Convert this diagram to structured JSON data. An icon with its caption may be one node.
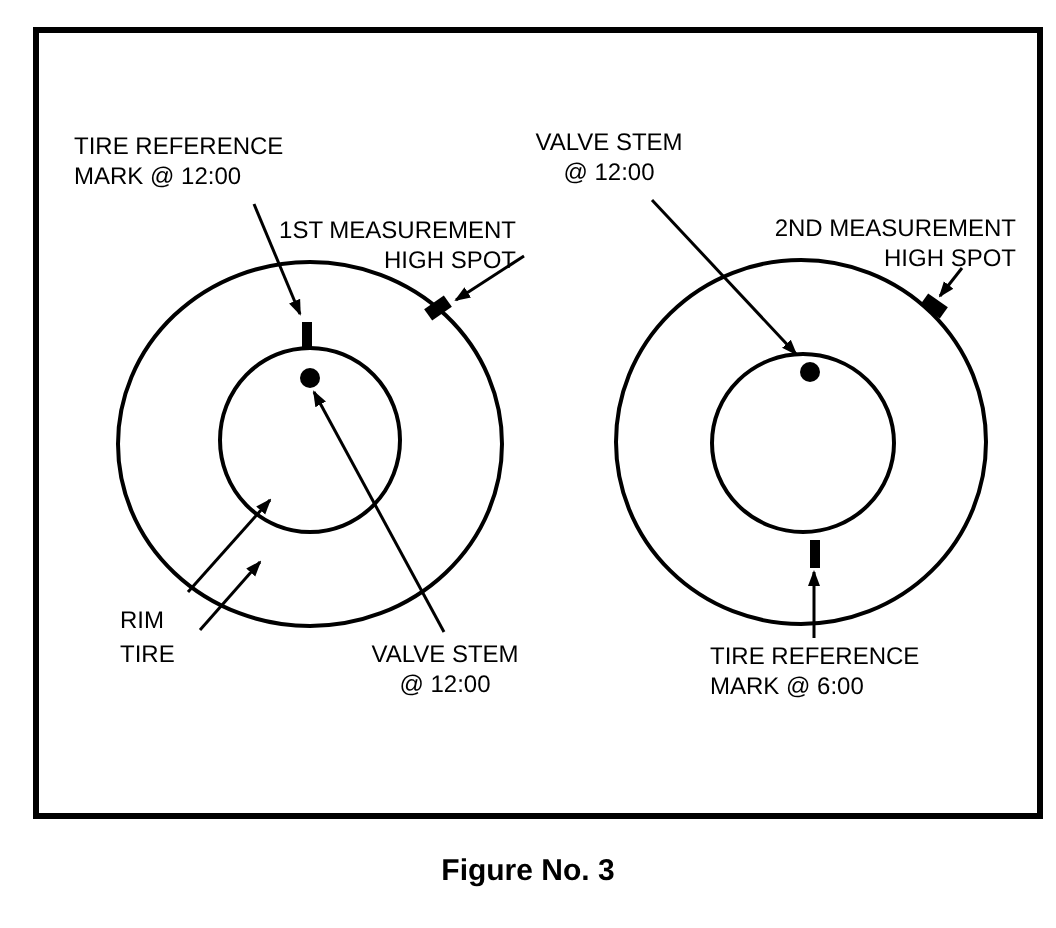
{
  "diagram": {
    "caption": "Figure No. 3",
    "nodes": [
      {
        "text": [
          "TIRE REFERENCE MARK @ 12:00"
        ]
      },
      {
        "text": [],
        "shape": "circle"
      },
      {
        "text": [],
        "shape": "circle",
        "in": 1
      },
      {
        "text": [],
        "shape": "bar",
        "in": 1
      },
      {
        "text": [],
        "shape": "box",
        "in": 1
      },
      {
        "text": [],
        "shape": "circle",
        "in": 2
      },
      {
        "text": [
          "1ST MEASUREMENT HIGH SPOT"
        ]
      },
      {
        "text": [
          "RIM"
        ]
      },
      {
        "text": [
          "TIRE"
        ]
      },
      {
        "text": [
          "VALVE STEM @ 12:00"
        ]
      },
      {
        "text": [],
        "shape": "circle"
      },
      {
        "text": [],
        "shape": "circle",
        "in": 10
      },
      {
        "text": [],
        "shape": "circle",
        "in": 11
      },
      {
        "text": [],
        "shape": "box",
        "in": 10
      },
      {
        "text": [],
        "shape": "bar",
        "in": 10
      },
      {
        "text": [
          "VALVE STEM @ 12:00"
        ]
      },
      {
        "text": [
          "2ND MEASUREMENT HIGH SPOT"
        ]
      },
      {
        "text": [
          "TIRE REFERENCE MARK @ 6:00"
        ]
      }
    ],
    "edges": [
      {
        "from": 0,
        "to": 3,
        "arrow": "to"
      },
      {
        "from": 6,
        "to": 4,
        "arrow": "to"
      },
      {
        "from": 7,
        "to": 2,
        "arrow": "to"
      },
      {
        "from": 8,
        "to": 1,
        "arrow": "to"
      },
      {
        "from": 9,
        "to": 5,
        "arrow": "to"
      },
      {
        "from": 15,
        "to": 12,
        "arrow": "to"
      },
      {
        "from": 16,
        "to": 13,
        "arrow": "to"
      },
      {
        "from": 17,
        "to": 14,
        "arrow": "to"
      }
    ]
  }
}
